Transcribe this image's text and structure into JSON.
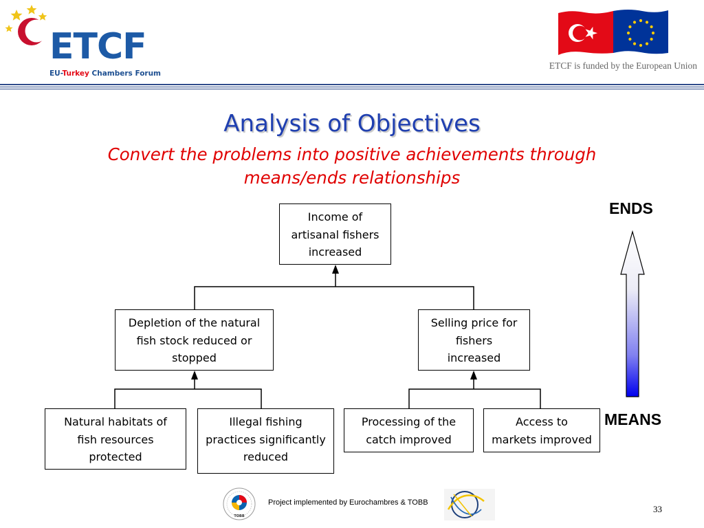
{
  "header": {
    "logo_text": "ETCF",
    "logo_subtitle_prefix": "EU-",
    "logo_subtitle_highlight": "Turkey",
    "logo_subtitle_suffix": " Chambers Forum",
    "funded_text": "ETCF is funded by the European Union"
  },
  "slide": {
    "title": "Analysis of Objectives",
    "subtitle_line1": "Convert the problems into positive achievements through",
    "subtitle_line2": "means/ends relationships"
  },
  "diagram": {
    "top": {
      "lines": [
        "Income of",
        "artisanal fishers",
        "increased"
      ]
    },
    "mid_left": {
      "lines": [
        "Depletion of the natural",
        "fish stock reduced or",
        "stopped"
      ]
    },
    "mid_right": {
      "lines": [
        "Selling price for",
        "fishers",
        "increased"
      ]
    },
    "bottom": [
      {
        "lines": [
          "Natural habitats of",
          "fish resources",
          "protected"
        ]
      },
      {
        "lines": [
          "Illegal fishing",
          "practices significantly",
          "reduced"
        ]
      },
      {
        "lines": [
          "Processing of the",
          "catch improved"
        ]
      },
      {
        "lines": [
          "Access to",
          "markets improved"
        ]
      }
    ],
    "ends_label": "ENDS",
    "means_label": "MEANS"
  },
  "footer": {
    "project_text": "Project implemented by Eurochambres & TOBB",
    "tobb_logo_text": "TOBB",
    "page_number": "33"
  },
  "colors": {
    "title_blue": "#1f3fb0",
    "subtitle_red": "#e00000",
    "logo_blue": "#1d5aa6",
    "turkey_red": "#e30a17",
    "eu_blue": "#003399",
    "eu_gold": "#ffcc00",
    "arrow_blue": "#0000ee"
  }
}
